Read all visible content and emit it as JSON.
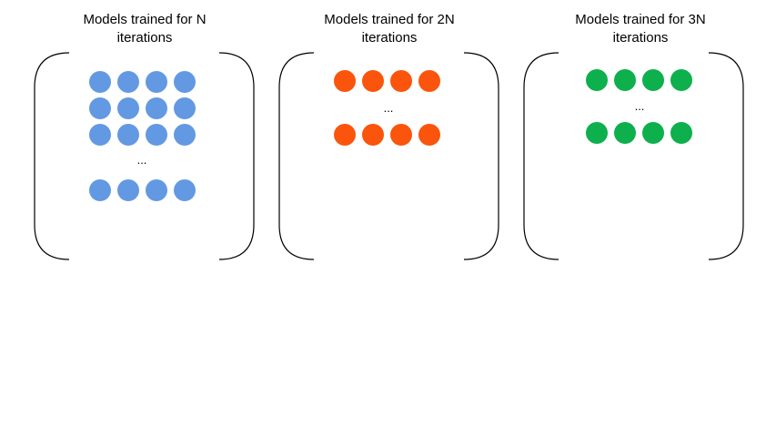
{
  "groups": [
    {
      "title": "Models trained for N\niterations",
      "dot_color": "#6399e3",
      "rows_before_ellipsis": 3,
      "rows_after_ellipsis": 1,
      "dots_per_row": 4,
      "ellipsis": "..."
    },
    {
      "title": "Models trained for 2N\niterations",
      "dot_color": "#fb540c",
      "rows_before_ellipsis": 1,
      "rows_after_ellipsis": 1,
      "dots_per_row": 4,
      "ellipsis": "..."
    },
    {
      "title": "Models trained for 3N\niterations",
      "dot_color": "#0db04d",
      "rows_before_ellipsis": 1,
      "rows_after_ellipsis": 1,
      "dots_per_row": 4,
      "ellipsis": "..."
    }
  ]
}
